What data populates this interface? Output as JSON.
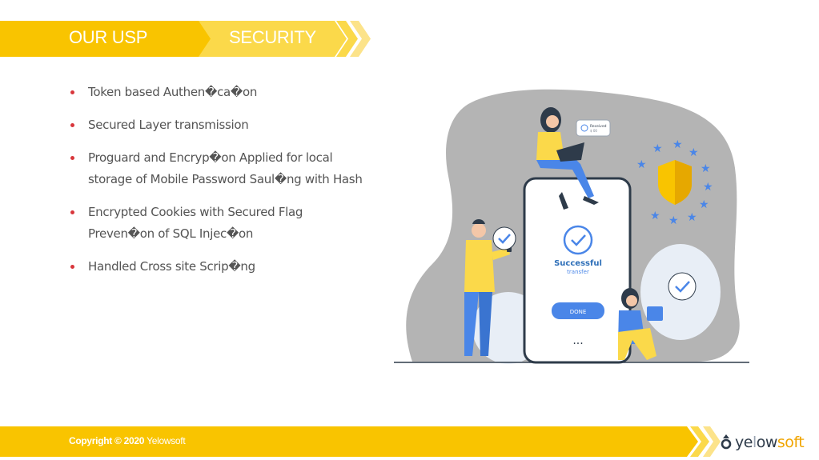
{
  "header": {
    "title": "OUR USP",
    "section": "SECURITY"
  },
  "bullets": [
    {
      "lines": [
        "Token based Authen�ca�on"
      ]
    },
    {
      "lines": [
        "Secured Layer transmission"
      ]
    },
    {
      "lines": [
        "Proguard and Encryp�on Applied for local",
        "storage of Mobile   Password Saul�ng with Hash"
      ]
    },
    {
      "lines": [
        "Encrypted Cookies with Secured Flag",
        "Preven�on of SQL Injec�on"
      ]
    },
    {
      "lines": [
        "Handled Cross site Scrip�ng"
      ]
    }
  ],
  "illustration": {
    "notification_title": "Received",
    "notification_sub": "$ 00",
    "phone_title": "Successful",
    "phone_sub": "transfer",
    "button_label": "DONE",
    "dots": "..."
  },
  "footer": {
    "copyright_prefix": "Copyright ©  2020",
    "copyright_brand": "Yelowsoft"
  },
  "logo": {
    "part1": "ye",
    "separator": "l",
    "part2": "ow",
    "part3": "soft"
  },
  "colors": {
    "yellow": "#f9c400",
    "light_yellow": "#fbd94a",
    "bullet": "#d8363b",
    "text": "#545454",
    "blob": "#b4b4b4",
    "phone_blue": "#2f6fe0"
  }
}
